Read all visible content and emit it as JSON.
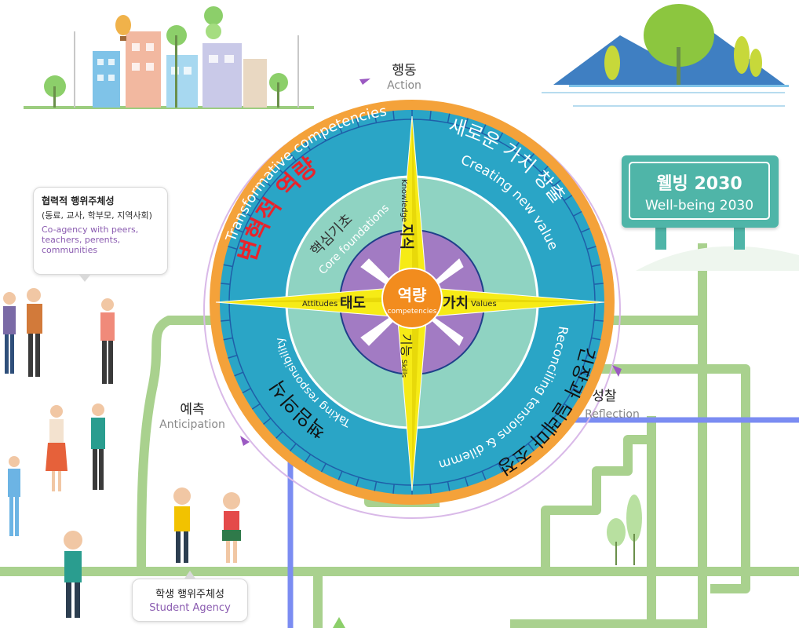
{
  "compass": {
    "center_ko": "역량",
    "center_en": "competencies",
    "outer_top_ko": "변혁적 역량",
    "outer_top_en": "Transformative competencies",
    "creating_ko": "새로운 가치 창출",
    "creating_en": "Creating new value",
    "reconciling_ko": "긴장과 딜레마 조정",
    "reconciling_en": "Reconciling tensions & dilemmas",
    "responsibility_ko": "책임의식",
    "responsibility_en": "Taking responsibility",
    "core_ko": "핵심기초",
    "core_en": "Core foundations",
    "knowledge_ko": "지식",
    "knowledge_en": "Knowledge",
    "skills_ko": "기능",
    "skills_en": "Skills",
    "attitudes_ko": "태도",
    "attitudes_en": "Attitudes",
    "values_ko": "가치",
    "values_en": "Values"
  },
  "cycle": {
    "action_ko": "행동",
    "action_en": "Action",
    "reflection_ko": "성찰",
    "reflection_en": "Reflection",
    "anticipation_ko": "예측",
    "anticipation_en": "Anticipation"
  },
  "wellbeing": {
    "ko": "웰빙 2030",
    "en": "Well-being 2030"
  },
  "coagency": {
    "title_ko": "협력적 행위주체성",
    "sub_ko": "(동료, 교사, 학부모, 지역사회)",
    "en_line1": "Co-agency with peers,",
    "en_line2": "teachers, perents,",
    "en_line3": "communities"
  },
  "student_agency": {
    "ko": "학생 행위주체성",
    "en": "Student Agency"
  },
  "colors": {
    "orange": "#f4a23a",
    "blue": "#2aa5c6",
    "teal": "#8fd3c2",
    "purple": "#a27bc3",
    "yellow": "#f6eb16",
    "path_green": "#a9d18e",
    "path_blue": "#7b8cf2",
    "title_red": "#e8242c",
    "coagency_purple": "#8a5bb0",
    "wellbeing_teal": "#4fb5a8"
  }
}
